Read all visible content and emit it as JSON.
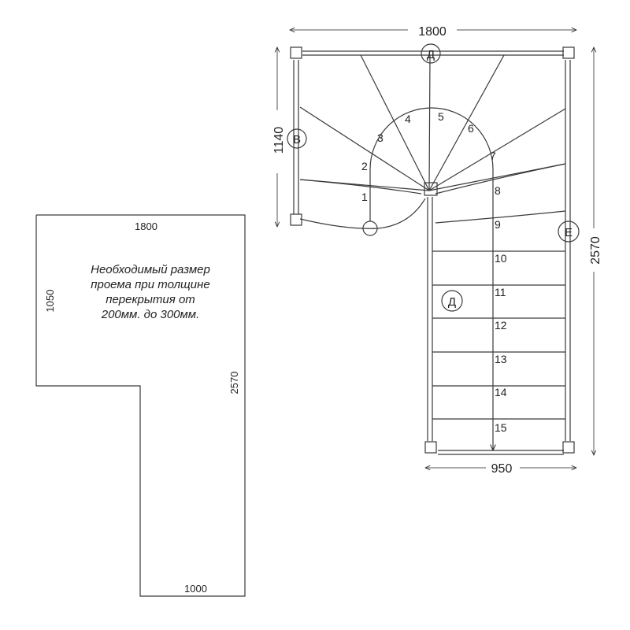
{
  "opening": {
    "top_width": "1800",
    "left_height": "1050",
    "total_height": "2570",
    "bottom_width": "1000",
    "note_lines": [
      "Необходимый размер",
      "проема при толщине",
      "перекрытия от",
      "200мм. до 300мм."
    ]
  },
  "stair": {
    "dim_top": "1800",
    "dim_left": "1140",
    "dim_right": "2570",
    "dim_bottom": "950",
    "labels": {
      "top": "Д",
      "left": "В",
      "right": "Е",
      "flight": "Д"
    },
    "steps": [
      "1",
      "2",
      "3",
      "4",
      "5",
      "6",
      "7",
      "8",
      "9",
      "10",
      "11",
      "12",
      "13",
      "14",
      "15"
    ]
  }
}
